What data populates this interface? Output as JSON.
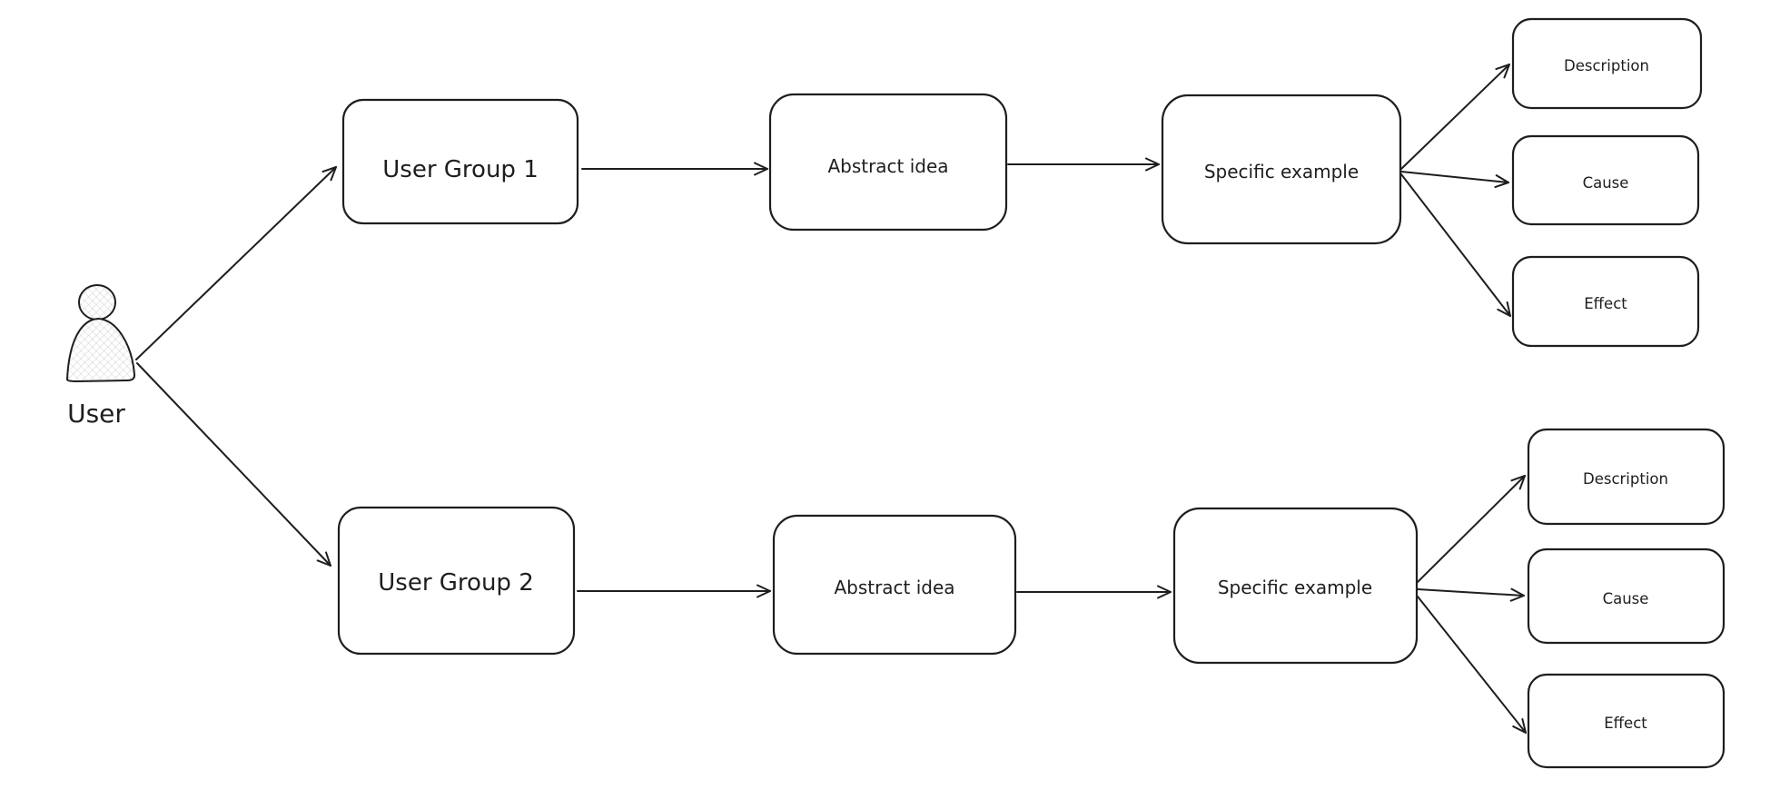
{
  "diagram": {
    "type": "flowchart",
    "style": "hand-drawn",
    "colors": {
      "stroke": "#1e1e1e",
      "node_fill": "#ffffff",
      "background": "#ffffff",
      "hatch": "#d4d4d4"
    },
    "actor": {
      "label": "User",
      "icon": "person-icon"
    },
    "branches": [
      {
        "group": "User Group 1",
        "steps": [
          "Abstract idea",
          "Specific example"
        ],
        "outcomes": [
          "Description",
          "Cause",
          "Effect"
        ]
      },
      {
        "group": "User Group 2",
        "steps": [
          "Abstract idea",
          "Specific example"
        ],
        "outcomes": [
          "Description",
          "Cause",
          "Effect"
        ]
      }
    ],
    "edges": [
      {
        "from": "user",
        "to": "user-group-1"
      },
      {
        "from": "user",
        "to": "user-group-2"
      },
      {
        "from": "user-group-1",
        "to": "abstract-idea-1"
      },
      {
        "from": "abstract-idea-1",
        "to": "specific-example-1"
      },
      {
        "from": "specific-example-1",
        "to": "description-1"
      },
      {
        "from": "specific-example-1",
        "to": "cause-1"
      },
      {
        "from": "specific-example-1",
        "to": "effect-1"
      },
      {
        "from": "user-group-2",
        "to": "abstract-idea-2"
      },
      {
        "from": "abstract-idea-2",
        "to": "specific-example-2"
      },
      {
        "from": "specific-example-2",
        "to": "description-2"
      },
      {
        "from": "specific-example-2",
        "to": "cause-2"
      },
      {
        "from": "specific-example-2",
        "to": "effect-2"
      }
    ]
  }
}
